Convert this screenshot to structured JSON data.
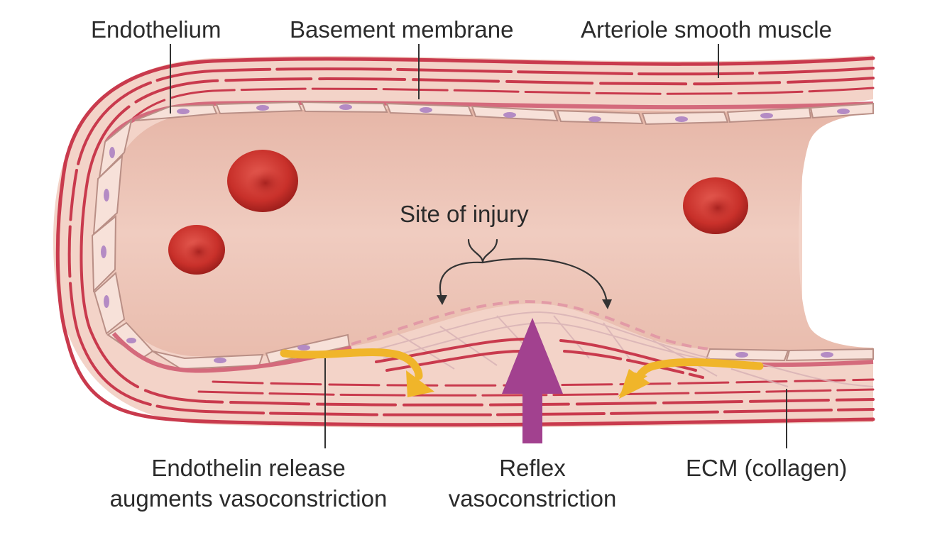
{
  "labels": {
    "endothelium": "Endothelium",
    "basement_membrane": "Basement membrane",
    "smooth_muscle": "Arteriole smooth muscle",
    "site_of_injury": "Site of injury",
    "endothelin_line1": "Endothelin release",
    "endothelin_line2": "augments vasoconstriction",
    "reflex_line1": "Reflex",
    "reflex_line2": "vasoconstriction",
    "ecm": "ECM (collagen)"
  },
  "colors": {
    "vessel_wall": "#f3d3c8",
    "muscle_band": "#c93a4d",
    "lumen": "#ecc3b5",
    "rbc": "#c8302a",
    "endothelin_arrow": "#f0b52a",
    "reflex_arrow": "#a2418f",
    "leader_line": "#333333"
  }
}
